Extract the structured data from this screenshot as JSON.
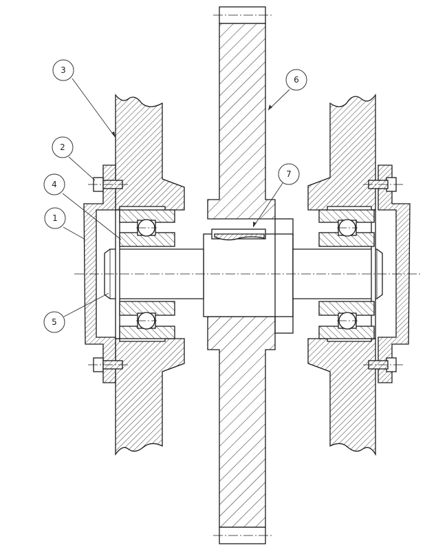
{
  "callouts": [
    {
      "label": "1"
    },
    {
      "label": "2"
    },
    {
      "label": "3"
    },
    {
      "label": "4"
    },
    {
      "label": "5"
    },
    {
      "label": "6"
    },
    {
      "label": "7"
    }
  ],
  "colors": {
    "line": "#1a1a1a",
    "background": "#ffffff"
  }
}
